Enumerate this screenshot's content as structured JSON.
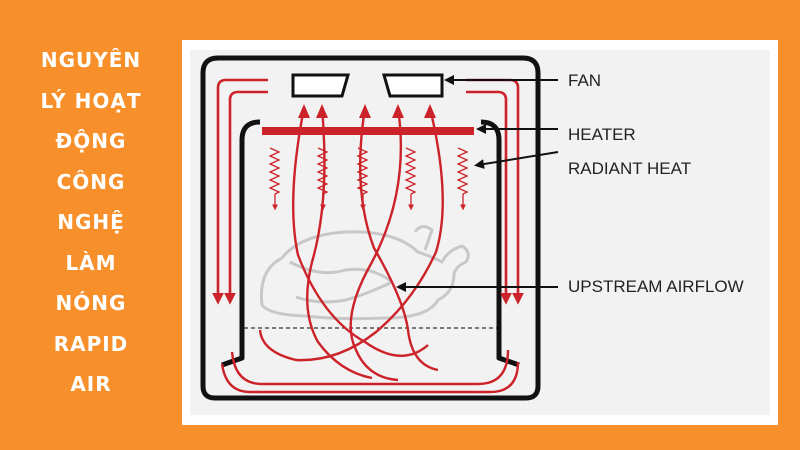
{
  "side_title": {
    "lines": [
      "NGUYÊN",
      "LÝ HOẠT",
      "ĐỘNG",
      "CÔNG",
      "NGHỆ",
      "LÀM",
      "NÓNG",
      "RAPID",
      "AIR"
    ]
  },
  "diagram": {
    "labels": {
      "fan": "FAN",
      "heater": "HEATER",
      "radiant_heat": "RADIANT HEAT",
      "upstream_airflow": "UPSTREAM AIRFLOW"
    }
  },
  "colors": {
    "background": "#f7902b",
    "panel": "#ffffff",
    "airflow": "#cc2229",
    "outline": "#111111",
    "chicken": "#c8c8c8"
  }
}
